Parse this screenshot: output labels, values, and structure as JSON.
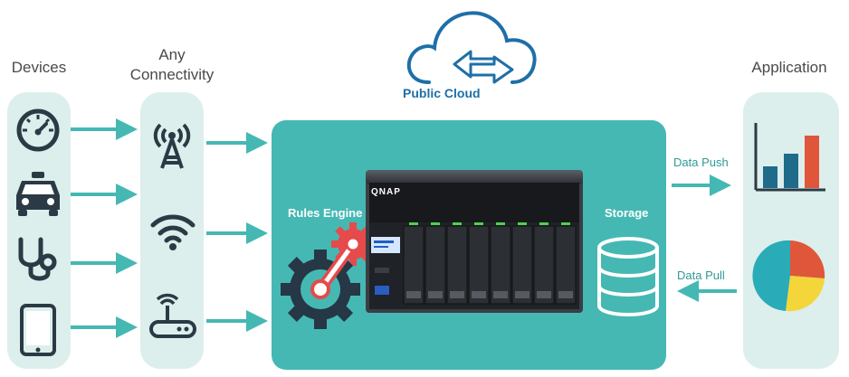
{
  "columns": {
    "devices": "Devices",
    "connectivity_line1": "Any",
    "connectivity_line2": "Connectivity",
    "application": "Application"
  },
  "cloud": {
    "label": "Public Cloud"
  },
  "hub": {
    "rules_engine": "Rules Engine",
    "storage": "Storage",
    "nas_brand": "QNAP"
  },
  "flows": {
    "push": "Data Push",
    "pull": "Data Pull"
  },
  "devices": [
    "speedometer-icon",
    "car-icon",
    "stethoscope-icon",
    "smartphone-icon"
  ],
  "connectivity": [
    "cell-tower-icon",
    "wifi-icon",
    "router-icon"
  ],
  "applications": [
    "bar-chart-icon",
    "pie-chart-icon"
  ],
  "colors": {
    "teal": "#45b8b4",
    "panel": "#dcefec",
    "icon": "#2b3a44",
    "cloud": "#1e6fa8",
    "bar_blue": "#1f6b8a",
    "bar_red": "#e0563b",
    "pie_yellow": "#f4d63a",
    "gear_dark": "#263746",
    "gear_red": "#e64a4a"
  }
}
